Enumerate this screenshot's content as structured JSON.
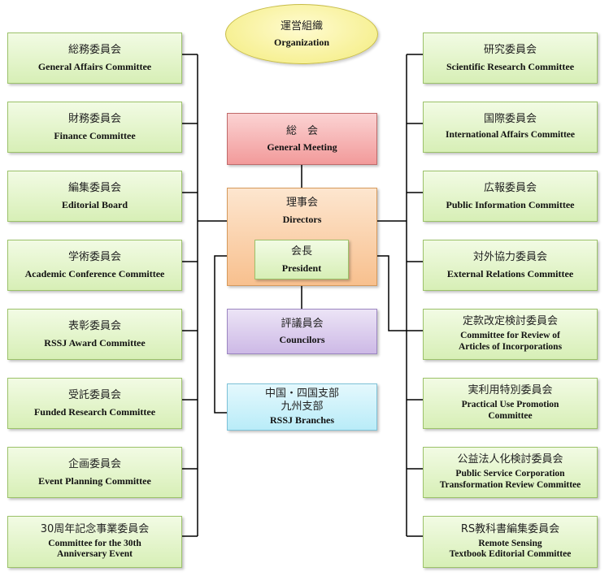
{
  "organization": {
    "ja": "運営組織",
    "en": "Organization"
  },
  "general_meeting": {
    "ja": "総　会",
    "en": "General Meeting"
  },
  "directors": {
    "ja": "理事会",
    "en": "Directors"
  },
  "president": {
    "ja": "会長",
    "en": "President"
  },
  "councilors": {
    "ja": "評議員会",
    "en": "Councilors"
  },
  "branches": {
    "ja": "中国・四国支部\n九州支部",
    "en": "RSSJ Branches"
  },
  "left_committees": [
    {
      "ja": "総務委員会",
      "en": "General Affairs Committee"
    },
    {
      "ja": "財務委員会",
      "en": "Finance Committee"
    },
    {
      "ja": "編集委員会",
      "en": "Editorial Board"
    },
    {
      "ja": "学術委員会",
      "en": "Academic Conference Committee"
    },
    {
      "ja": "表彰委員会",
      "en": "RSSJ Award Committee"
    },
    {
      "ja": "受託委員会",
      "en": "Funded Research Committee"
    },
    {
      "ja": "企画委員会",
      "en": "Event Planning Committee"
    },
    {
      "ja": "30周年記念事業委員会",
      "en": "Committee for the 30th\nAnniversary Event"
    }
  ],
  "right_committees": [
    {
      "ja": "研究委員会",
      "en": "Scientific Research Committee"
    },
    {
      "ja": "国際委員会",
      "en": "International Affairs Committee"
    },
    {
      "ja": "広報委員会",
      "en": "Public Information Committee"
    },
    {
      "ja": "対外協力委員会",
      "en": "External Relations Committee"
    },
    {
      "ja": "定款改定検討委員会",
      "en": "Committee for Review of\nArticles of Incorporations"
    },
    {
      "ja": "実利用特別委員会",
      "en": "Practical Use Promotion\nCommittee"
    },
    {
      "ja": "公益法人化検討委員会",
      "en": "Public Service Corporation\nTransformation Review Committee"
    },
    {
      "ja": "RS教科書編集委員会",
      "en": "Remote Sensing\nTextbook Editorial Committee"
    }
  ]
}
